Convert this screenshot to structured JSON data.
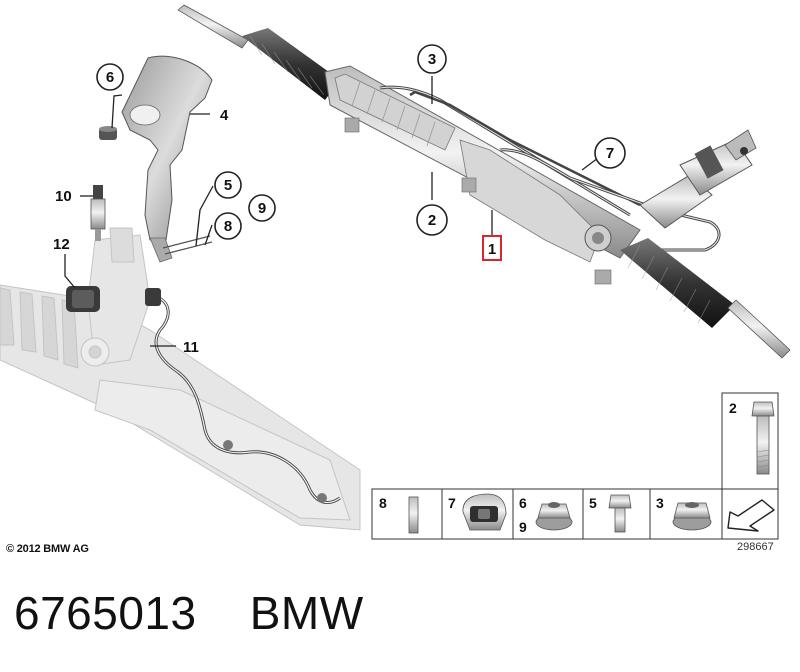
{
  "callouts": {
    "c1": "1",
    "c2": "2",
    "c3": "3",
    "c4": "4",
    "c5": "5",
    "c6": "6",
    "c7": "7",
    "c8": "8",
    "c9": "9",
    "c10": "10",
    "c11": "11",
    "c12": "12"
  },
  "hardware": {
    "bolt_label": "2",
    "tray": {
      "i8": "8",
      "i7": "7",
      "i6": "6",
      "i9": "9",
      "i5": "5",
      "i3": "3"
    }
  },
  "footer": {
    "copyright": "© 2012 BMW AG",
    "drawing_number": "298667"
  },
  "caption": {
    "part_number": "6765013",
    "brand": "BMW"
  },
  "colors": {
    "highlight": "#d9262c",
    "line_art": "#222222",
    "ghost_fill": "#e4e4e4"
  }
}
